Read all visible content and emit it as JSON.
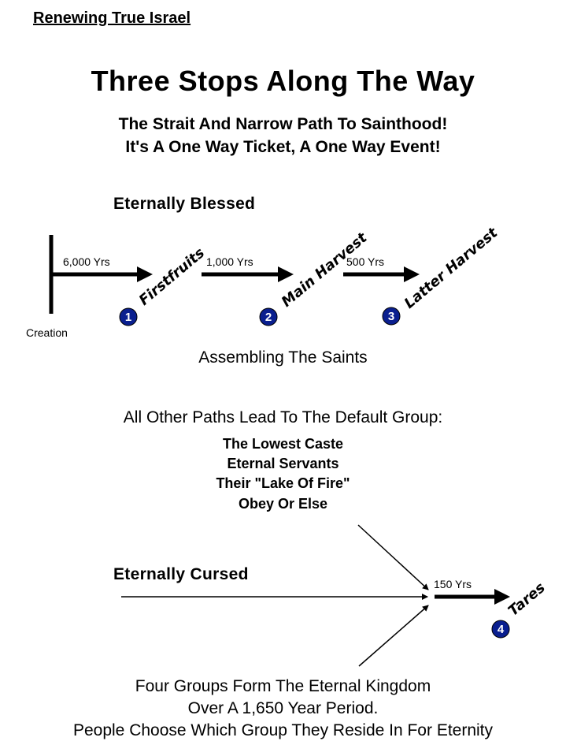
{
  "header": {
    "link": "Renewing True Israel"
  },
  "title": "Three Stops Along The Way",
  "subtitle": {
    "line1": "The Strait And Narrow Path To Sainthood!",
    "line2": "It's A One Way Ticket, A One Way Event!"
  },
  "blessed": {
    "label": "Eternally Blessed",
    "origin": "Creation",
    "segments": [
      {
        "years": "6,000 Yrs",
        "stop": "Firstfruits",
        "number": "1"
      },
      {
        "years": "1,000 Yrs",
        "stop": "Main Harvest",
        "number": "2"
      },
      {
        "years": "500 Yrs",
        "stop": "Latter Harvest",
        "number": "3"
      }
    ],
    "caption": "Assembling The Saints"
  },
  "default_group": {
    "heading": "All Other Paths Lead To The Default Group:",
    "lines": [
      "The Lowest Caste",
      "Eternal Servants",
      "Their \"Lake Of Fire\"",
      "Obey Or Else"
    ]
  },
  "cursed": {
    "label": "Eternally Cursed",
    "years": "150 Yrs",
    "stop": "Tares",
    "number": "4"
  },
  "footer": {
    "line1": "Four Groups Form The Eternal Kingdom",
    "line2": "Over A 1,650 Year Period.",
    "line3": "People Choose Which Group They Reside In For Eternity"
  },
  "colors": {
    "badge": "#0a1f8f",
    "ink": "#000000"
  }
}
